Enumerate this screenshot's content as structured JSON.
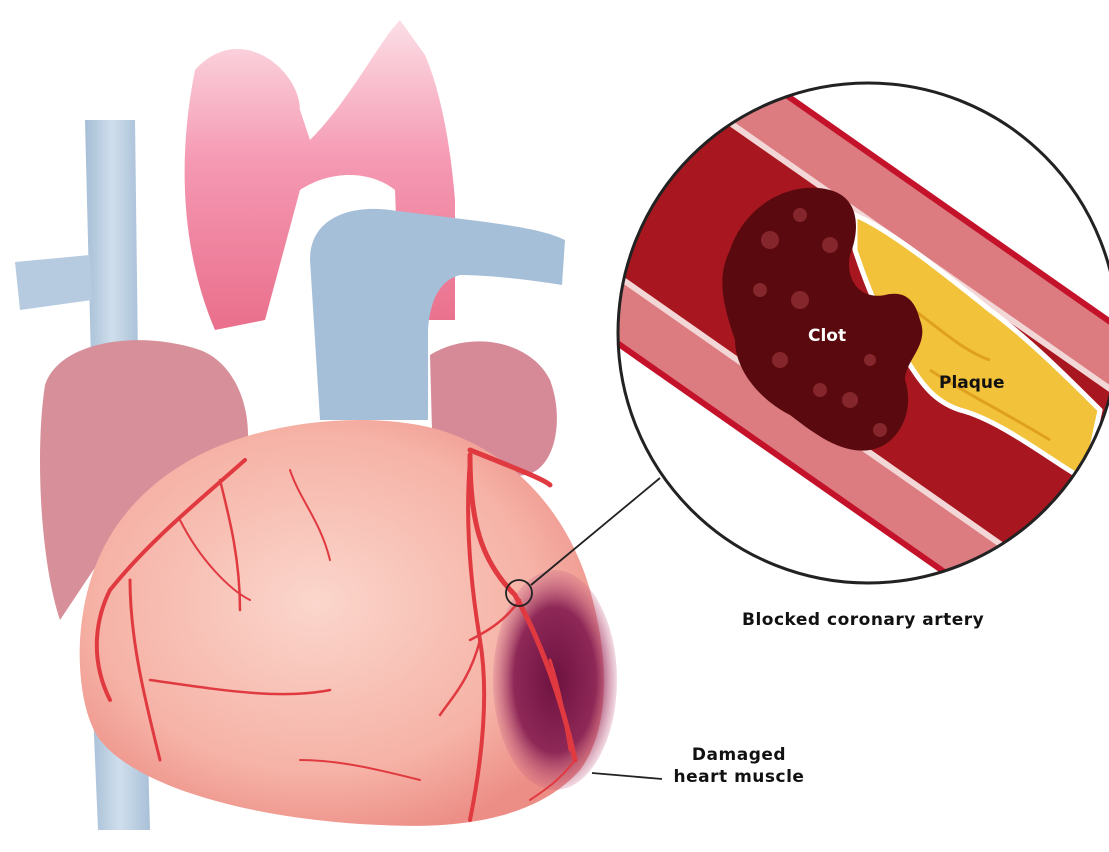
{
  "labels": {
    "clot": "Clot",
    "plaque": "Plaque",
    "blocked_artery": "Blocked coronary artery",
    "damaged_line1": "Damaged",
    "damaged_line2": "heart muscle"
  },
  "colors": {
    "vein_blue": "#b9cde0",
    "aorta_pink": "#f49ab0",
    "heart_body": "#f6b7ad",
    "atrium": "#d78f99",
    "artery_red": "#e03a40",
    "vessel_wall": "#dc7c80",
    "lumen": "#a8171f",
    "clot": "#5a0a0e",
    "plaque": "#f2c23a",
    "damage": "#8e2857"
  }
}
